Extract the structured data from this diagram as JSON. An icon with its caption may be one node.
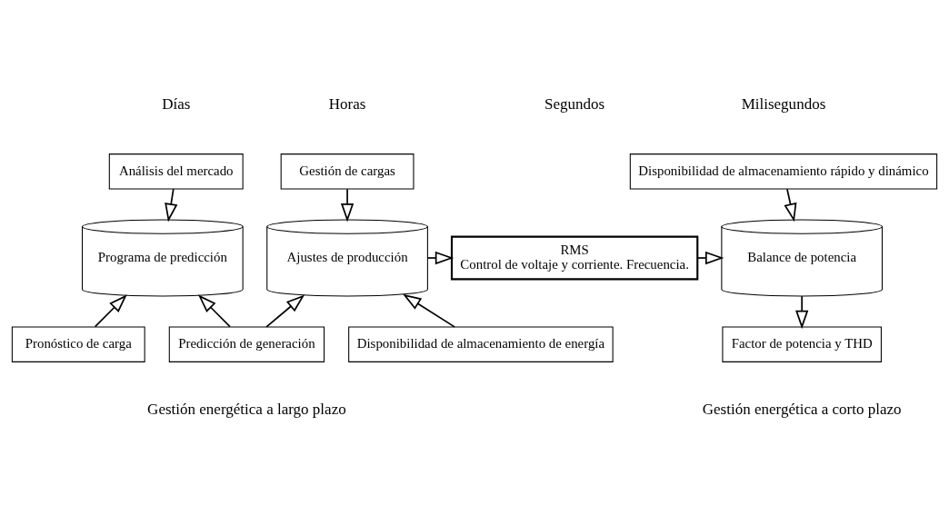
{
  "diagram": {
    "nodes": [
      {
        "text": [
          "Análisis del mercado"
        ]
      },
      {
        "text": [
          "Programa de predicción"
        ]
      },
      {
        "text": [
          "Pronóstico de carga"
        ]
      },
      {
        "text": [
          "Predicción de generación"
        ]
      },
      {
        "text": [
          "Gestión de cargas"
        ]
      },
      {
        "text": [
          "Ajustes de producción"
        ]
      },
      {
        "text": [
          "Disponibilidad de almacenamiento de energía"
        ]
      },
      {
        "text": [
          "RMS",
          "Control de voltaje y corriente. Frecuencia."
        ]
      },
      {
        "text": [
          "Disponibilidad de almacenamiento rápido y dinámico"
        ]
      },
      {
        "text": [
          "Balance de potencia"
        ]
      },
      {
        "text": [
          "Factor de potencia y THD"
        ]
      }
    ],
    "edges": [
      {
        "from": 0,
        "to": 1,
        "arrow": "to"
      },
      {
        "from": 2,
        "to": 1,
        "arrow": "to"
      },
      {
        "from": 3,
        "to": 1,
        "arrow": "to"
      },
      {
        "from": 3,
        "to": 5,
        "arrow": "to"
      },
      {
        "from": 4,
        "to": 5,
        "arrow": "to"
      },
      {
        "from": 6,
        "to": 5,
        "arrow": "to"
      },
      {
        "from": 5,
        "to": 7,
        "arrow": "to"
      },
      {
        "from": 7,
        "to": 9,
        "arrow": "to"
      },
      {
        "from": 8,
        "to": 9,
        "arrow": "to"
      },
      {
        "from": 9,
        "to": 10,
        "arrow": "to"
      }
    ],
    "labels": [
      "Días",
      "Horas",
      "Segundos",
      "Milisegundos",
      "Gestión energética a largo plazo",
      "Gestión energética a corto plazo"
    ]
  }
}
